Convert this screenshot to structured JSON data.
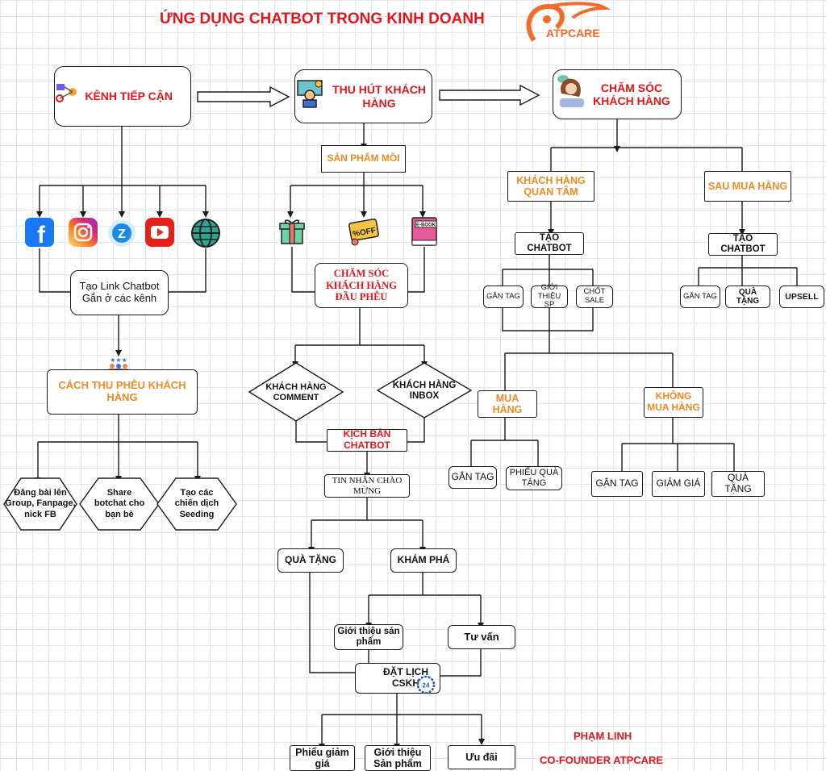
{
  "title": "ỨNG DỤNG CHATBOT TRONG KINH DOANH",
  "brand": {
    "name": "ATPCARE",
    "color": "#f26b2a"
  },
  "colors": {
    "title": "#e3151c",
    "accent_orange": "#ef8a22"
  },
  "col1": {
    "kenh_tiep_can": "KÊNH TIẾP CẬN",
    "channels": [
      "facebook-icon",
      "instagram-icon",
      "zalo-icon",
      "youtube-icon",
      "website-icon"
    ],
    "tao_link": "Tạo Link Chatbot Gắn ở các kênh",
    "cach_thu_pheu": "CÁCH THU PHỄU KHÁCH HÀNG",
    "hex": [
      "Đăng bài lên Group, Fanpage, nick FB",
      "Share botchat cho bạn bè",
      "Tạo các chiến dịch Seeding"
    ]
  },
  "col2": {
    "thu_hut": "THU HÚT KHÁCH HÀNG",
    "san_pham_moi": "SẢN PHẨM MỒI",
    "gift_icons": [
      "gift-icon",
      "voucher-icon",
      "ebook-icon"
    ],
    "ebook_label": "E-BOOK",
    "voucher_label": "%OFF",
    "cham_soc_dau_pheu": "CHĂM SÓC KHÁCH HÀNG ĐẦU PHỄU",
    "kh_comment": "KHÁCH HÀNG COMMENT",
    "kh_inbox": "KHÁCH HÀNG INBOX",
    "kich_ban": "KỊCH BẢN CHATBOT",
    "tin_nhan": "TIN NHẮN CHÀO MỪNG",
    "qua_tang": "QUÀ TẶNG",
    "kham_pha": "KHÁM PHÁ",
    "gioi_thieu_sp": "Giới thiệu sản phẩm",
    "tu_van": "Tư vấn",
    "dat_lich": "ĐẶT LỊCH CSKH",
    "badge": "24",
    "phieu": "Phiếu giảm giá",
    "gioi_thieu_sp2": "Giới thiệu Sản phẩm",
    "uu_dai": "Ưu đãi"
  },
  "col3": {
    "cham_soc": "CHĂM SÓC KHÁCH HÀNG",
    "kh_quan_tam": "KHÁCH HÀNG QUAN TÂM",
    "sau_mua": "SAU MUA HÀNG",
    "tao_chatbot": "TẠO CHATBOT",
    "left_leaves": [
      "GẮN TAG",
      "GIỚI THIỆU SP",
      "CHỐT SALE"
    ],
    "right_leaves": [
      "GẮN TAG",
      "QUÀ TẶNG",
      "UPSELL"
    ],
    "mua_hang": "MUA HÀNG",
    "khong_mua": "KHÔNG MUA HÀNG",
    "mua_leaves": [
      "GẮN TAG",
      "PHIẾU QUÀ TẶNG"
    ],
    "khong_mua_leaves": [
      "GẮN TAG",
      "GIẢM GIÁ",
      "QUÀ TẶNG"
    ]
  },
  "signature": {
    "name": "PHẠM LINH",
    "role": "CO-FOUNDER ATPCARE"
  }
}
